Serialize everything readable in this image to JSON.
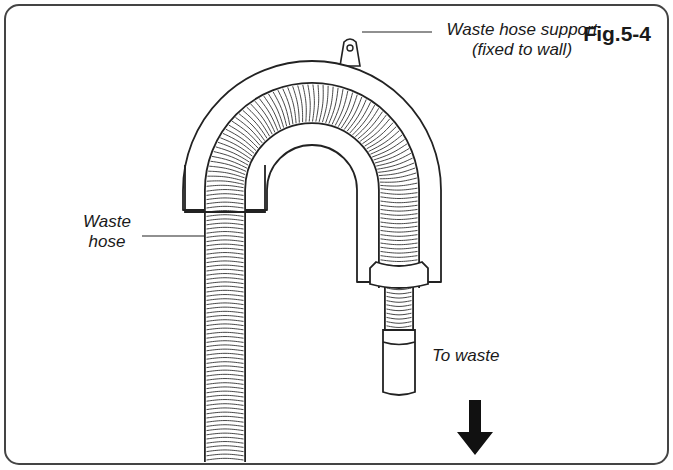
{
  "diagram": {
    "title": "Fig.5-4",
    "labels": [
      "Waste hose support (fixed to wall)",
      "Waste hose",
      "To waste"
    ]
  }
}
